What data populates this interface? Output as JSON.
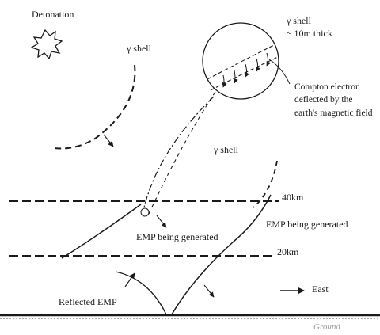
{
  "labels": {
    "detonation": "Detonation",
    "gamma_shell_upper": "γ shell",
    "gamma_shell_detail": "γ shell",
    "shell_thickness": "~ 10m thick",
    "compton_line1": "Compton electron",
    "compton_line2": "deflected by the",
    "compton_line3": "earth's magnetic field",
    "gamma_shell_lower": "γ shell",
    "altitude_40": "40km",
    "altitude_20": "20km",
    "emp_generated_left": "EMP being generated",
    "emp_generated_right": "EMP being generated",
    "reflected_emp": "Reflected EMP",
    "east": "East",
    "ground": "Ground"
  },
  "colors": {
    "ink": "#1a1a1a",
    "ground_label": "#9a9a9a",
    "background": "#ffffff"
  }
}
